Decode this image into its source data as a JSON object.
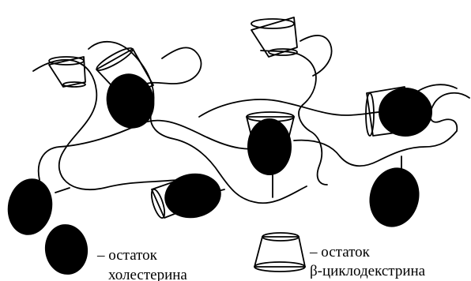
{
  "legend": {
    "cholesterol_line1": "– остаток",
    "cholesterol_line2": "холестерина",
    "cyclodextrin_line1": "– остаток",
    "cyclodextrin_line2": "β-циклодекстрина"
  },
  "colors": {
    "ink": "#000000",
    "background": "#ffffff"
  }
}
